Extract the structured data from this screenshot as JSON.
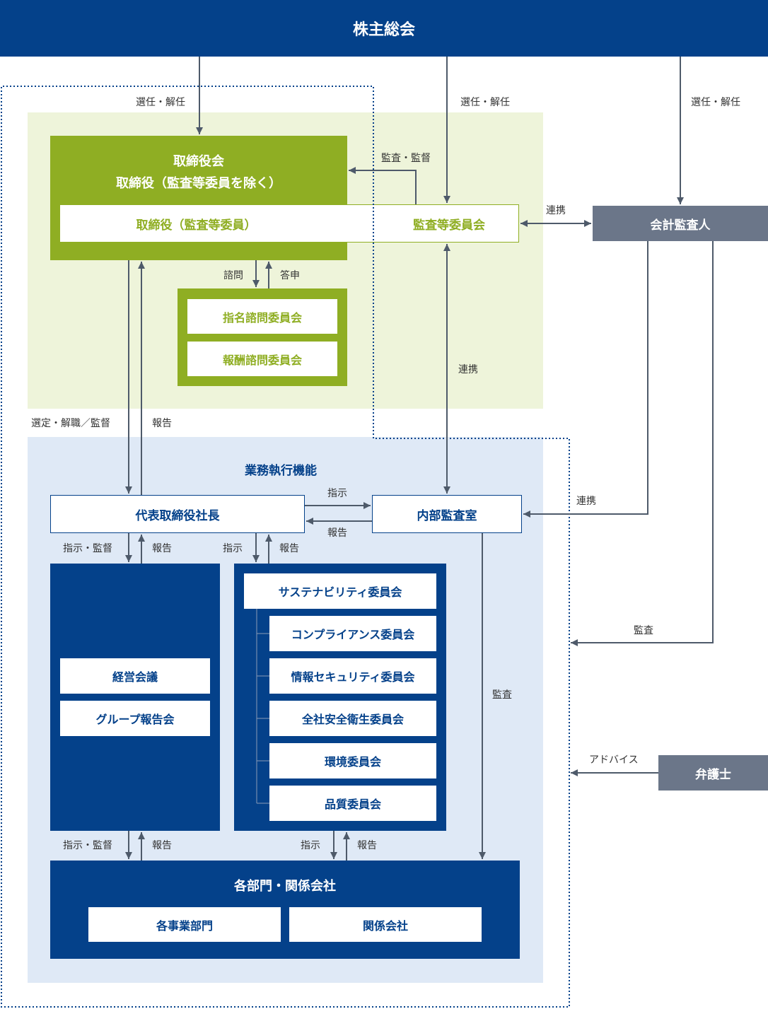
{
  "colors": {
    "navy": "#04418a",
    "green": "#8fae23",
    "green_bg": "#eef4da",
    "blue_bg": "#dfe9f6",
    "gray": "#6b7689",
    "arrow": "#4e5a6a"
  },
  "nodes": {
    "shareholders": "株主総会",
    "board_line1": "取締役会",
    "board_line2": "取締役（監査等委員を除く）",
    "board_audit_members": "取締役（監査等委員）",
    "audit_committee": "監査等委員会",
    "accounting_auditor": "会計監査人",
    "nomination_committee": "指名諮問委員会",
    "remuneration_committee": "報酬諮問委員会",
    "execution_title": "業務執行機能",
    "president": "代表取締役社長",
    "internal_audit": "内部監査室",
    "management_meeting": "経営会議",
    "group_report_meeting": "グループ報告会",
    "sustainability_committee": "サステナビリティ委員会",
    "sub_committees": [
      "コンプライアンス委員会",
      "情報セキュリティ委員会",
      "全社安全衛生委員会",
      "環境委員会",
      "品質委員会"
    ],
    "departments_title": "各部門・関係会社",
    "business_departments": "各事業部門",
    "affiliates": "関係会社",
    "lawyer": "弁護士"
  },
  "labels": {
    "elect_board": "選任・解任",
    "elect_audit": "選任・解任",
    "elect_accountant": "選任・解任",
    "audit_supervise": "監査・監督",
    "cooperation_accountant": "連携",
    "consult": "諮問",
    "reply": "答申",
    "cooperation_internal": "連携",
    "appoint_dismiss_supervise": "選定・解職／監督",
    "report_board": "報告",
    "instruct_internal": "指示",
    "report_internal": "報告",
    "cooperation_accountant_internal": "連携",
    "instruct_supervise_left": "指示・監督",
    "report_left": "報告",
    "instruct_right": "指示",
    "report_right": "報告",
    "audit_accountant": "監査",
    "audit_internal": "監査",
    "advice": "アドバイス",
    "instruct_supervise_bottom": "指示・監督",
    "report_bottom_left": "報告",
    "instruct_bottom": "指示",
    "report_bottom_right": "報告"
  }
}
